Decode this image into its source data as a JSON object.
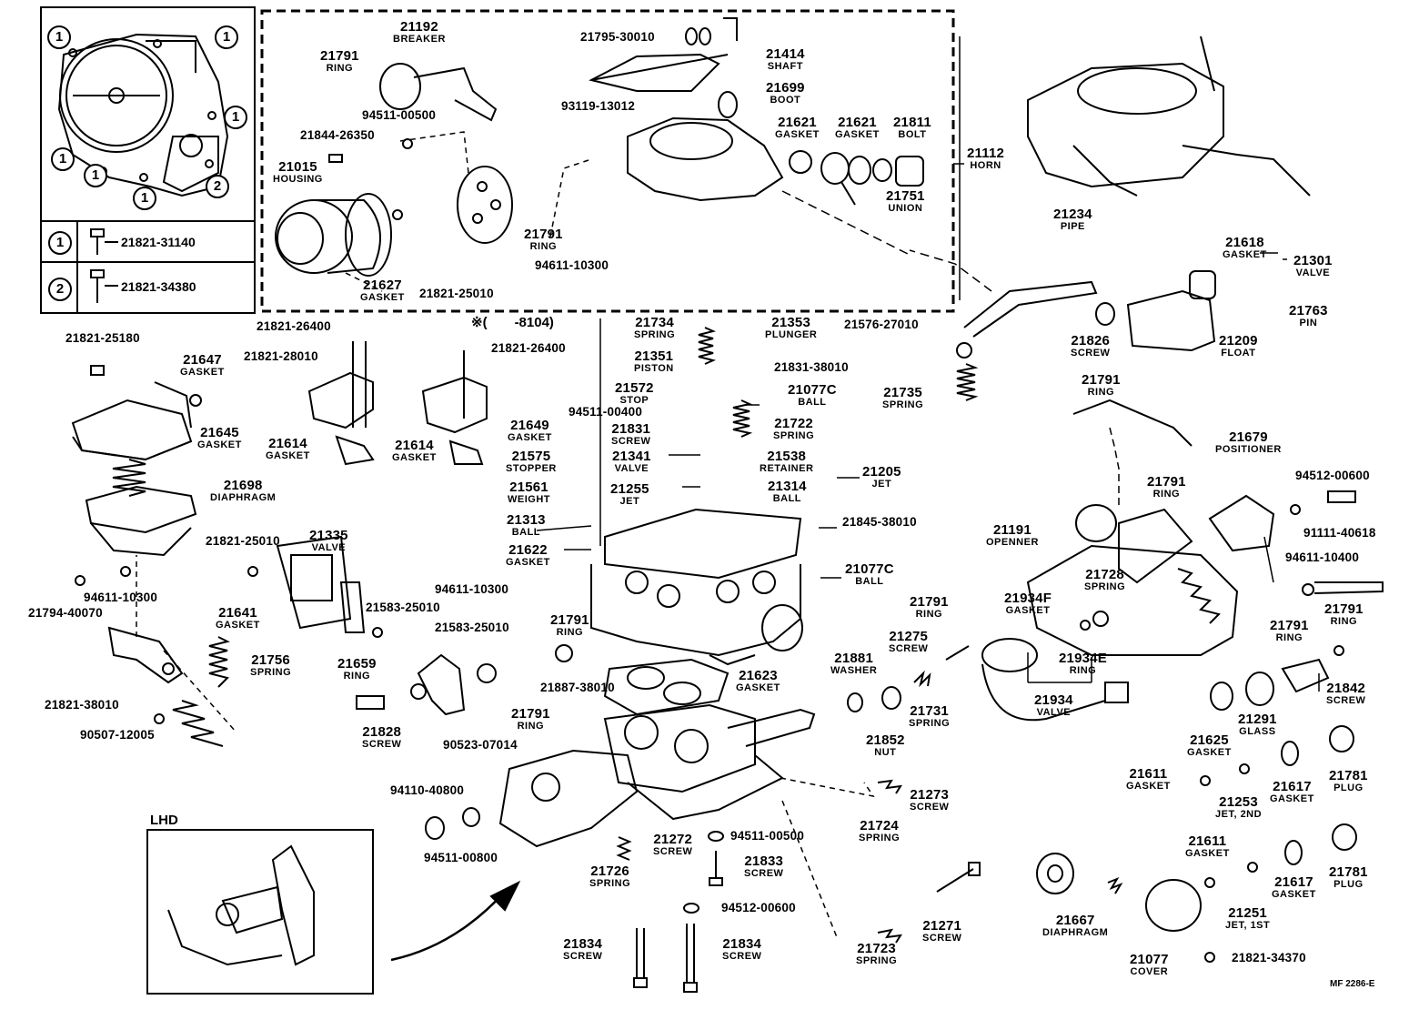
{
  "legend": {
    "rows": [
      {
        "marker": "1",
        "part": "21821-31140"
      },
      {
        "marker": "2",
        "part": "21821-34380"
      }
    ]
  },
  "lhd_label": "LHD",
  "note": "※(　　-8104)",
  "footer_code": "MF 2286-E",
  "labels": [
    {
      "num": "21192",
      "name": "BREAKER"
    },
    {
      "num": "21791",
      "name": "RING"
    },
    {
      "num": "21795-30010",
      "name": ""
    },
    {
      "num": "21414",
      "name": "SHAFT"
    },
    {
      "num": "21699",
      "name": "BOOT"
    },
    {
      "num": "93119-13012",
      "name": ""
    },
    {
      "num": "94511-00500",
      "name": ""
    },
    {
      "num": "21844-26350",
      "name": ""
    },
    {
      "num": "21621",
      "name": "GASKET"
    },
    {
      "num": "21621",
      "name": "GASKET"
    },
    {
      "num": "21811",
      "name": "BOLT"
    },
    {
      "num": "21112",
      "name": "HORN"
    },
    {
      "num": "21015",
      "name": "HOUSING"
    },
    {
      "num": "21751",
      "name": "UNION"
    },
    {
      "num": "21791",
      "name": "RING"
    },
    {
      "num": "94611-10300",
      "name": ""
    },
    {
      "num": "21627",
      "name": "GASKET"
    },
    {
      "num": "21821-25010",
      "name": ""
    },
    {
      "num": "21234",
      "name": "PIPE"
    },
    {
      "num": "21618",
      "name": "GASKET"
    },
    {
      "num": "21301",
      "name": "VALVE"
    },
    {
      "num": "21763",
      "name": "PIN"
    },
    {
      "num": "21826",
      "name": "SCREW"
    },
    {
      "num": "21209",
      "name": "FLOAT"
    },
    {
      "num": "21576-27010",
      "name": ""
    },
    {
      "num": "21821-26400",
      "name": ""
    },
    {
      "num": "21821-28010",
      "name": ""
    },
    {
      "num": "21821-26400",
      "name": ""
    },
    {
      "num": "21821-25180",
      "name": ""
    },
    {
      "num": "21647",
      "name": "GASKET"
    },
    {
      "num": "21645",
      "name": "GASKET"
    },
    {
      "num": "21614",
      "name": "GASKET"
    },
    {
      "num": "21614",
      "name": "GASKET"
    },
    {
      "num": "21698",
      "name": "DIAPHRAGM"
    },
    {
      "num": "21734",
      "name": "SPRING"
    },
    {
      "num": "21353",
      "name": "PLUNGER"
    },
    {
      "num": "21351",
      "name": "PISTON"
    },
    {
      "num": "21831-38010",
      "name": ""
    },
    {
      "num": "21572",
      "name": "STOP"
    },
    {
      "num": "21077C",
      "name": "BALL"
    },
    {
      "num": "94511-00400",
      "name": ""
    },
    {
      "num": "21649",
      "name": "GASKET"
    },
    {
      "num": "21831",
      "name": "SCREW"
    },
    {
      "num": "21722",
      "name": "SPRING"
    },
    {
      "num": "21575",
      "name": "STOPPER"
    },
    {
      "num": "21341",
      "name": "VALVE"
    },
    {
      "num": "21538",
      "name": "RETAINER"
    },
    {
      "num": "21205",
      "name": "JET"
    },
    {
      "num": "21561",
      "name": "WEIGHT"
    },
    {
      "num": "21255",
      "name": "JET"
    },
    {
      "num": "21314",
      "name": "BALL"
    },
    {
      "num": "21313",
      "name": "BALL"
    },
    {
      "num": "21845-38010",
      "name": ""
    },
    {
      "num": "21622",
      "name": "GASKET"
    },
    {
      "num": "21077C",
      "name": "BALL"
    },
    {
      "num": "21735",
      "name": "SPRING"
    },
    {
      "num": "21791",
      "name": "RING"
    },
    {
      "num": "21679",
      "name": "POSITIONER"
    },
    {
      "num": "94512-00600",
      "name": ""
    },
    {
      "num": "21791",
      "name": "RING"
    },
    {
      "num": "21191",
      "name": "OPENNER"
    },
    {
      "num": "91111-40618",
      "name": ""
    },
    {
      "num": "94611-10400",
      "name": ""
    },
    {
      "num": "21821-25010",
      "name": ""
    },
    {
      "num": "21335",
      "name": "VALVE"
    },
    {
      "num": "94611-10300",
      "name": ""
    },
    {
      "num": "21794-40070",
      "name": ""
    },
    {
      "num": "21641",
      "name": "GASKET"
    },
    {
      "num": "21583-25010",
      "name": ""
    },
    {
      "num": "94611-10300",
      "name": ""
    },
    {
      "num": "21791",
      "name": "RING"
    },
    {
      "num": "21791",
      "name": "RING"
    },
    {
      "num": "21728",
      "name": "SPRING"
    },
    {
      "num": "21791",
      "name": "RING"
    },
    {
      "num": "21934F",
      "name": "GASKET"
    },
    {
      "num": "21791",
      "name": "RING"
    },
    {
      "num": "21756",
      "name": "SPRING"
    },
    {
      "num": "21659",
      "name": "RING"
    },
    {
      "num": "21583-25010",
      "name": ""
    },
    {
      "num": "21275",
      "name": "SCREW"
    },
    {
      "num": "21934E",
      "name": "RING"
    },
    {
      "num": "21881",
      "name": "WASHER"
    },
    {
      "num": "21623",
      "name": "GASKET"
    },
    {
      "num": "21821-38010",
      "name": ""
    },
    {
      "num": "21887-38010",
      "name": ""
    },
    {
      "num": "21842",
      "name": "SCREW"
    },
    {
      "num": "21934",
      "name": "VALVE"
    },
    {
      "num": "90507-12005",
      "name": ""
    },
    {
      "num": "21791",
      "name": "RING"
    },
    {
      "num": "21731",
      "name": "SPRING"
    },
    {
      "num": "21291",
      "name": "GLASS"
    },
    {
      "num": "21828",
      "name": "SCREW"
    },
    {
      "num": "90523-07014",
      "name": ""
    },
    {
      "num": "21852",
      "name": "NUT"
    },
    {
      "num": "21625",
      "name": "GASKET"
    },
    {
      "num": "21273",
      "name": "SCREW"
    },
    {
      "num": "21611",
      "name": "GASKET"
    },
    {
      "num": "21781",
      "name": "PLUG"
    },
    {
      "num": "21617",
      "name": "GASKET"
    },
    {
      "num": "21253",
      "name": "JET, 2ND"
    },
    {
      "num": "94110-40800",
      "name": ""
    },
    {
      "num": "21724",
      "name": "SPRING"
    },
    {
      "num": "94511-00800",
      "name": ""
    },
    {
      "num": "21272",
      "name": "SCREW"
    },
    {
      "num": "94511-00500",
      "name": ""
    },
    {
      "num": "21611",
      "name": "GASKET"
    },
    {
      "num": "21726",
      "name": "SPRING"
    },
    {
      "num": "21833",
      "name": "SCREW"
    },
    {
      "num": "21781",
      "name": "PLUG"
    },
    {
      "num": "21617",
      "name": "GASKET"
    },
    {
      "num": "94512-00600",
      "name": ""
    },
    {
      "num": "21271",
      "name": "SCREW"
    },
    {
      "num": "21667",
      "name": "DIAPHRAGM"
    },
    {
      "num": "21251",
      "name": "JET, 1ST"
    },
    {
      "num": "21834",
      "name": "SCREW"
    },
    {
      "num": "21834",
      "name": "SCREW"
    },
    {
      "num": "21723",
      "name": "SPRING"
    },
    {
      "num": "21077",
      "name": "COVER"
    },
    {
      "num": "21821-34370",
      "name": ""
    }
  ]
}
